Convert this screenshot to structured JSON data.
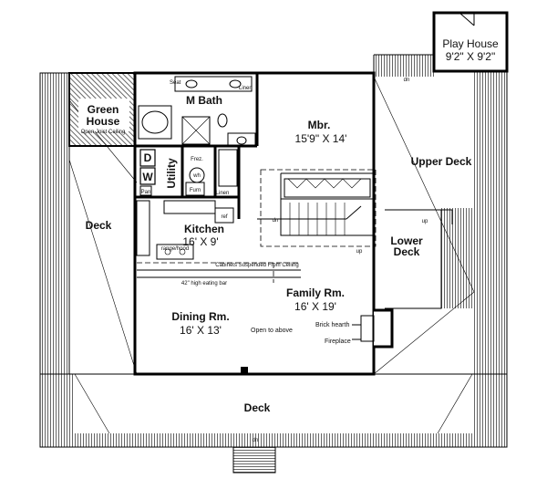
{
  "rooms": {
    "play_house": {
      "name": "Play House",
      "size": "9'2\" X 9'2\""
    },
    "upper_deck": {
      "name": "Upper Deck"
    },
    "lower_deck": {
      "name_line1": "Lower",
      "name_line2": "Deck"
    },
    "mbr": {
      "name": "Mbr.",
      "size": "15'9\" X 14'"
    },
    "m_bath": {
      "name": "M Bath"
    },
    "green_house": {
      "name_line1": "Green",
      "name_line2": "House",
      "note": "Open Joist Ceiling"
    },
    "utility": {
      "name": "Utility"
    },
    "kitchen": {
      "name": "Kitchen",
      "size": "16' X 9'"
    },
    "deck_west": {
      "name": "Deck"
    },
    "deck_south": {
      "name": "Deck"
    },
    "family_rm": {
      "name": "Family Rm.",
      "size": "16' X 19'"
    },
    "dining_rm": {
      "name": "Dining Rm.",
      "size": "16' X 13'"
    }
  },
  "fixtures": {
    "seat": "Seat",
    "linen_bath": "Linen",
    "linen_hall": "Linen",
    "frez": "Frez.",
    "wh": "wh",
    "furn": "Furn",
    "dryer": "D",
    "washer": "W",
    "pan": "Pan",
    "ref": "ref",
    "range_hood": "range/hood"
  },
  "notes": {
    "cabinets": "Cabinets Suspended From Ceiling",
    "eating_bar": "42\" high eating bar",
    "open_to_above": "Open to above",
    "brick_hearth": "Brick hearth",
    "fireplace": "Fireplace"
  },
  "stairs": {
    "dn_top": "dn",
    "dn_bottom": "dn",
    "dn_stair": "dn",
    "up_stair": "up",
    "up_lower_deck": "up"
  }
}
